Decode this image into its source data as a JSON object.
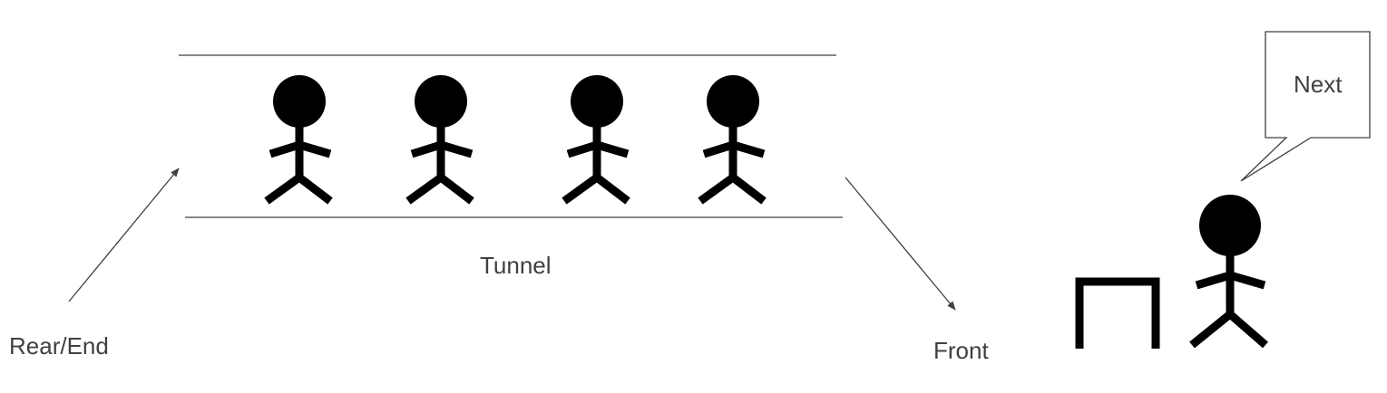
{
  "labels": {
    "tunnel": "Tunnel",
    "rear": "Rear/End",
    "front": "Front",
    "speech": "Next"
  },
  "colors": {
    "ink": "#000000",
    "line": "#404040",
    "background": "#ffffff"
  },
  "queue": {
    "people_in_tunnel": 4
  }
}
